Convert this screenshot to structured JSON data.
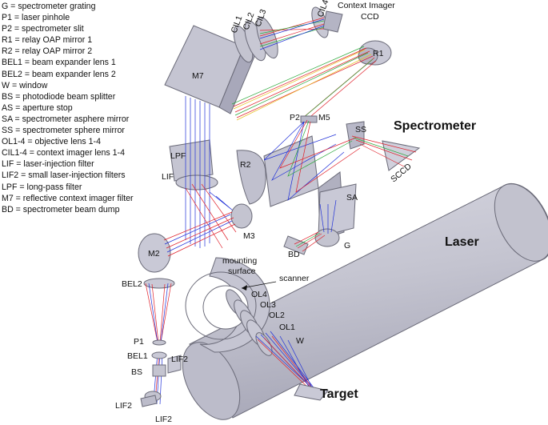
{
  "legend": [
    "G = spectrometer grating",
    "P1 = laser pinhole",
    "P2 = spectrometer slit",
    "R1 = relay OAP mirror 1",
    "R2 = relay OAP mirror 2",
    "BEL1 = beam expander lens 1",
    "BEL2 = beam expander lens 2",
    "W = window",
    "BS = photodiode beam splitter",
    "AS = aperture stop",
    "SA = spectrometer asphere mirror",
    "SS = spectrometer sphere mirror",
    "OL1-4 = objective lens 1-4",
    "CIL1-4 = context imager lens 1-4",
    "LIF = laser-injection filter",
    "LIF2 = small laser-injection filters",
    "LPF = long-pass filter",
    "M7 = reflective context imager filter",
    "BD = spectrometer beam dump"
  ],
  "labels": {
    "cil1": "CIL1",
    "cil2": "CIL2",
    "cil3": "CIL3",
    "cil4": "CIL4",
    "context_imager": "Context Imager",
    "ccd": "CCD",
    "r1": "R1",
    "r2": "R2",
    "m7": "M7",
    "p2": "P2",
    "m5": "M5",
    "ss": "SS",
    "spectrometer": "Spectrometer",
    "sccd": "SCCD",
    "lpf": "LPF",
    "lif": "LIF",
    "sa": "SA",
    "m3": "M3",
    "m2": "M2",
    "bd": "BD",
    "g": "G",
    "laser": "Laser",
    "mounting_surface_1": "mounting",
    "mounting_surface_2": "surface",
    "scanner": "scanner",
    "bel2": "BEL2",
    "ol4": "OL4",
    "ol3": "OL3",
    "ol2": "OL2",
    "ol1": "OL1",
    "w": "W",
    "p1": "P1",
    "bel1": "BEL1",
    "bs": "BS",
    "lif2_a": "LIF2",
    "lif2_b": "LIF2",
    "lif2_c": "LIF2",
    "target": "Target"
  },
  "colors": {
    "part_fill": "#c9c9d6",
    "part_dark": "#a9a9ba",
    "part_edge": "#6a6a78",
    "ray_blue": "#1f2fd8",
    "ray_red": "#e0202a",
    "ray_green": "#2aa83a",
    "ray_yellow": "#e8c020"
  }
}
